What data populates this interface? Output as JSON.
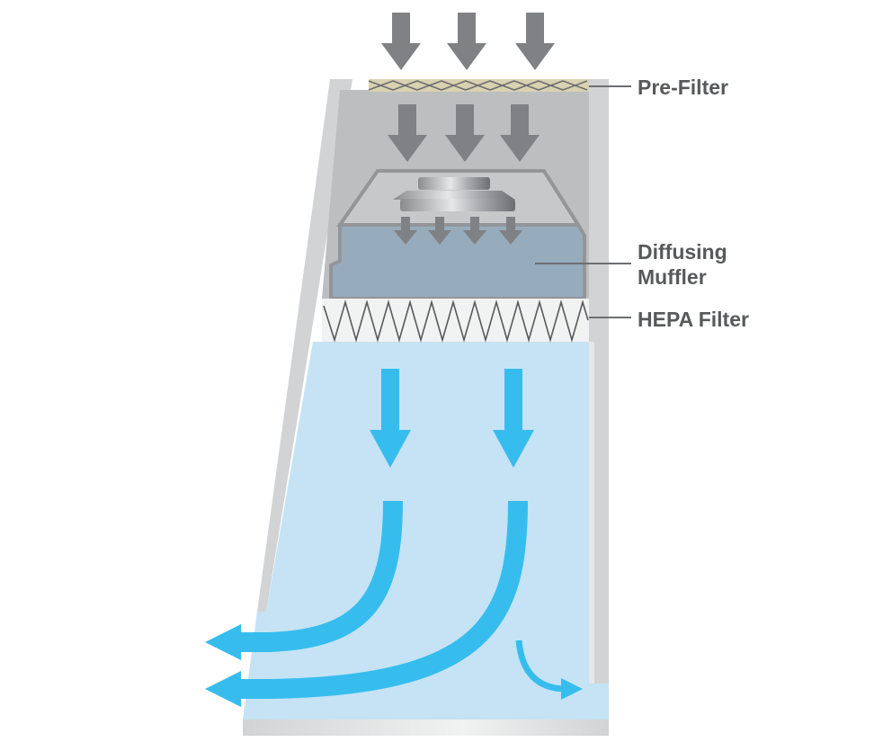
{
  "labels": {
    "pre_filter": "Pre-Filter",
    "diffusing_muffler_line1": "Diffusing",
    "diffusing_muffler_line2": "Muffler",
    "hepa_filter": "HEPA Filter"
  },
  "colors": {
    "intake_arrow": "#808184",
    "airflow_arrow": "#36bdee",
    "clean_air_zone": "#c5e3f4",
    "cabinet_wall": "#d1d3d4",
    "plenum": "#bcbec0",
    "muffler": "#96acbd",
    "pre_filter": "#d9d2b0",
    "label_text": "#58595b"
  },
  "icons": {
    "intake_arrows": "arrow-down-icon",
    "fan": "blower-fan-icon",
    "airflow_arrows": "curved-arrow-icon"
  }
}
